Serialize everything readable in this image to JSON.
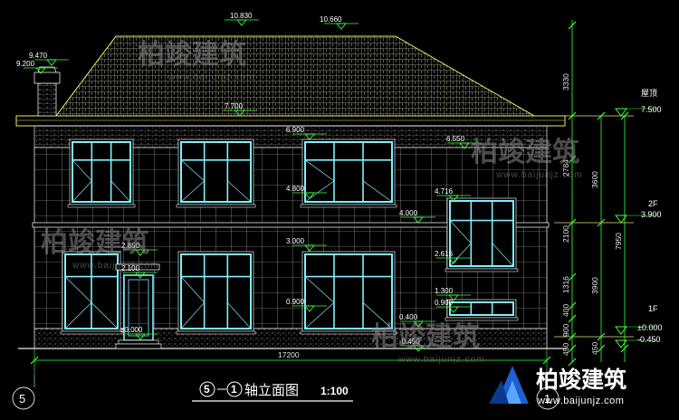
{
  "drawing": {
    "title": "轴立面图",
    "axes_label_left": "5",
    "axes_label_right": "1",
    "scale": "1:100",
    "axis_bottom_left": "5",
    "axis_bottom_right": "1"
  },
  "levels": {
    "ridge_left": "10.830",
    "ridge_right": "10.660",
    "chimney_top": "9.470",
    "chimney_base": "9.200",
    "eave": "7.700",
    "win2_top_center": "6.900",
    "win2_top_right": "6.550",
    "win2_sill_center": "4.800",
    "win2_sill_right": "4.716",
    "floor2_band": "4.000",
    "door_canopy_top": "2.850",
    "door_canopy_base": "2.100",
    "win1_top_center": "3.000",
    "win1_top_right": "2.616",
    "win1_sill_center": "0.900",
    "high_window_top": "1.300",
    "high_window_sill": "0.900",
    "base_top": "0.400",
    "grade_center": "-0.450",
    "ground_floor": "±0.000"
  },
  "floor_labels": {
    "roof_name": "屋顶",
    "roof_level": "7.500",
    "f2_name": "2F",
    "f2_level": "3.900",
    "f1_name": "1F",
    "f1_level": "±0.000",
    "grade_level": "-0.450"
  },
  "dimensions": {
    "total_width": "17200",
    "outer_roof": "3330",
    "outer_upper": "3600",
    "outer_mid": "3900",
    "outer_base": "450",
    "seg_2784": "2784",
    "seg_2100": "2100",
    "seg_1316": "1316",
    "seg_400": "400",
    "seg_900": "900",
    "seg_450": "450",
    "total_height": "7950"
  },
  "watermark": {
    "brand": "柏竣建筑",
    "url": "www.baijunjz.com"
  },
  "colors": {
    "structure": "#e8e8e8",
    "window_frame": "#7ff0ff",
    "marker": "#3cff3c",
    "roof_line": "#e8e870"
  }
}
